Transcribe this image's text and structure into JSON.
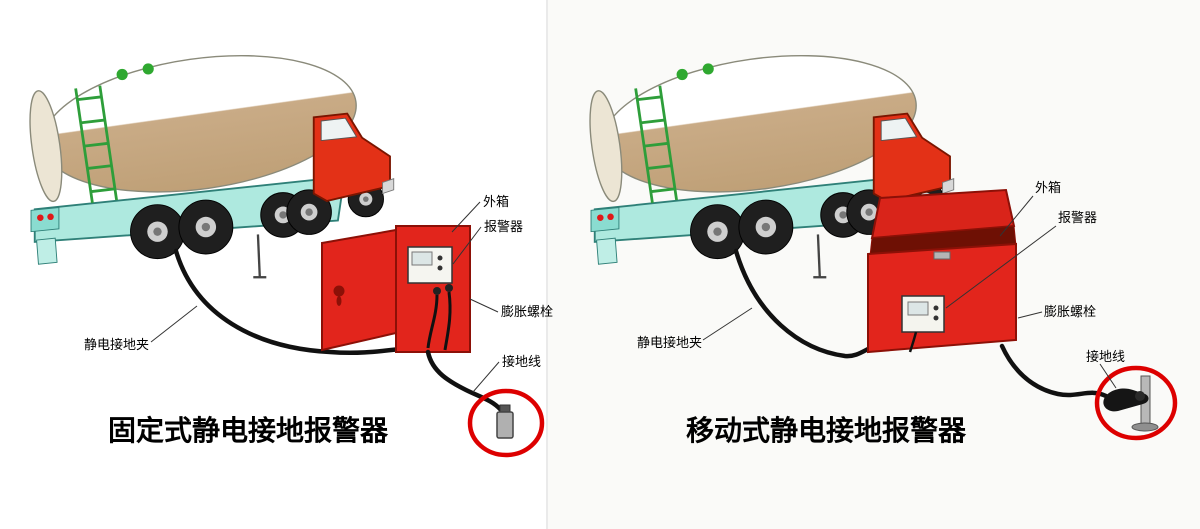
{
  "page": {
    "background": "#ffffff"
  },
  "panels": [
    {
      "id": "fixed",
      "caption": "固定式静电接地报警器",
      "labels": {
        "outer_box": "外箱",
        "alarm": "报警器",
        "expansion_bolt": "膨胀螺栓",
        "ground_wire": "接地线",
        "static_ground_clamp": "静电接地夹"
      }
    },
    {
      "id": "mobile",
      "caption": "移动式静电接地报警器",
      "labels": {
        "outer_box": "外箱",
        "alarm": "报警器",
        "expansion_bolt": "膨胀螺栓",
        "ground_wire": "接地线",
        "static_ground_clamp": "静电接地夹"
      }
    }
  ],
  "colors": {
    "alarm_box_red": "#e2251c",
    "cab_red": "#e33117",
    "tank_tan": "#c9ab86",
    "chassis_teal": "#aee9df",
    "ladder_green": "#2e9e3a",
    "highlight_circle_red": "#dd0000",
    "cable_black": "#111111"
  }
}
